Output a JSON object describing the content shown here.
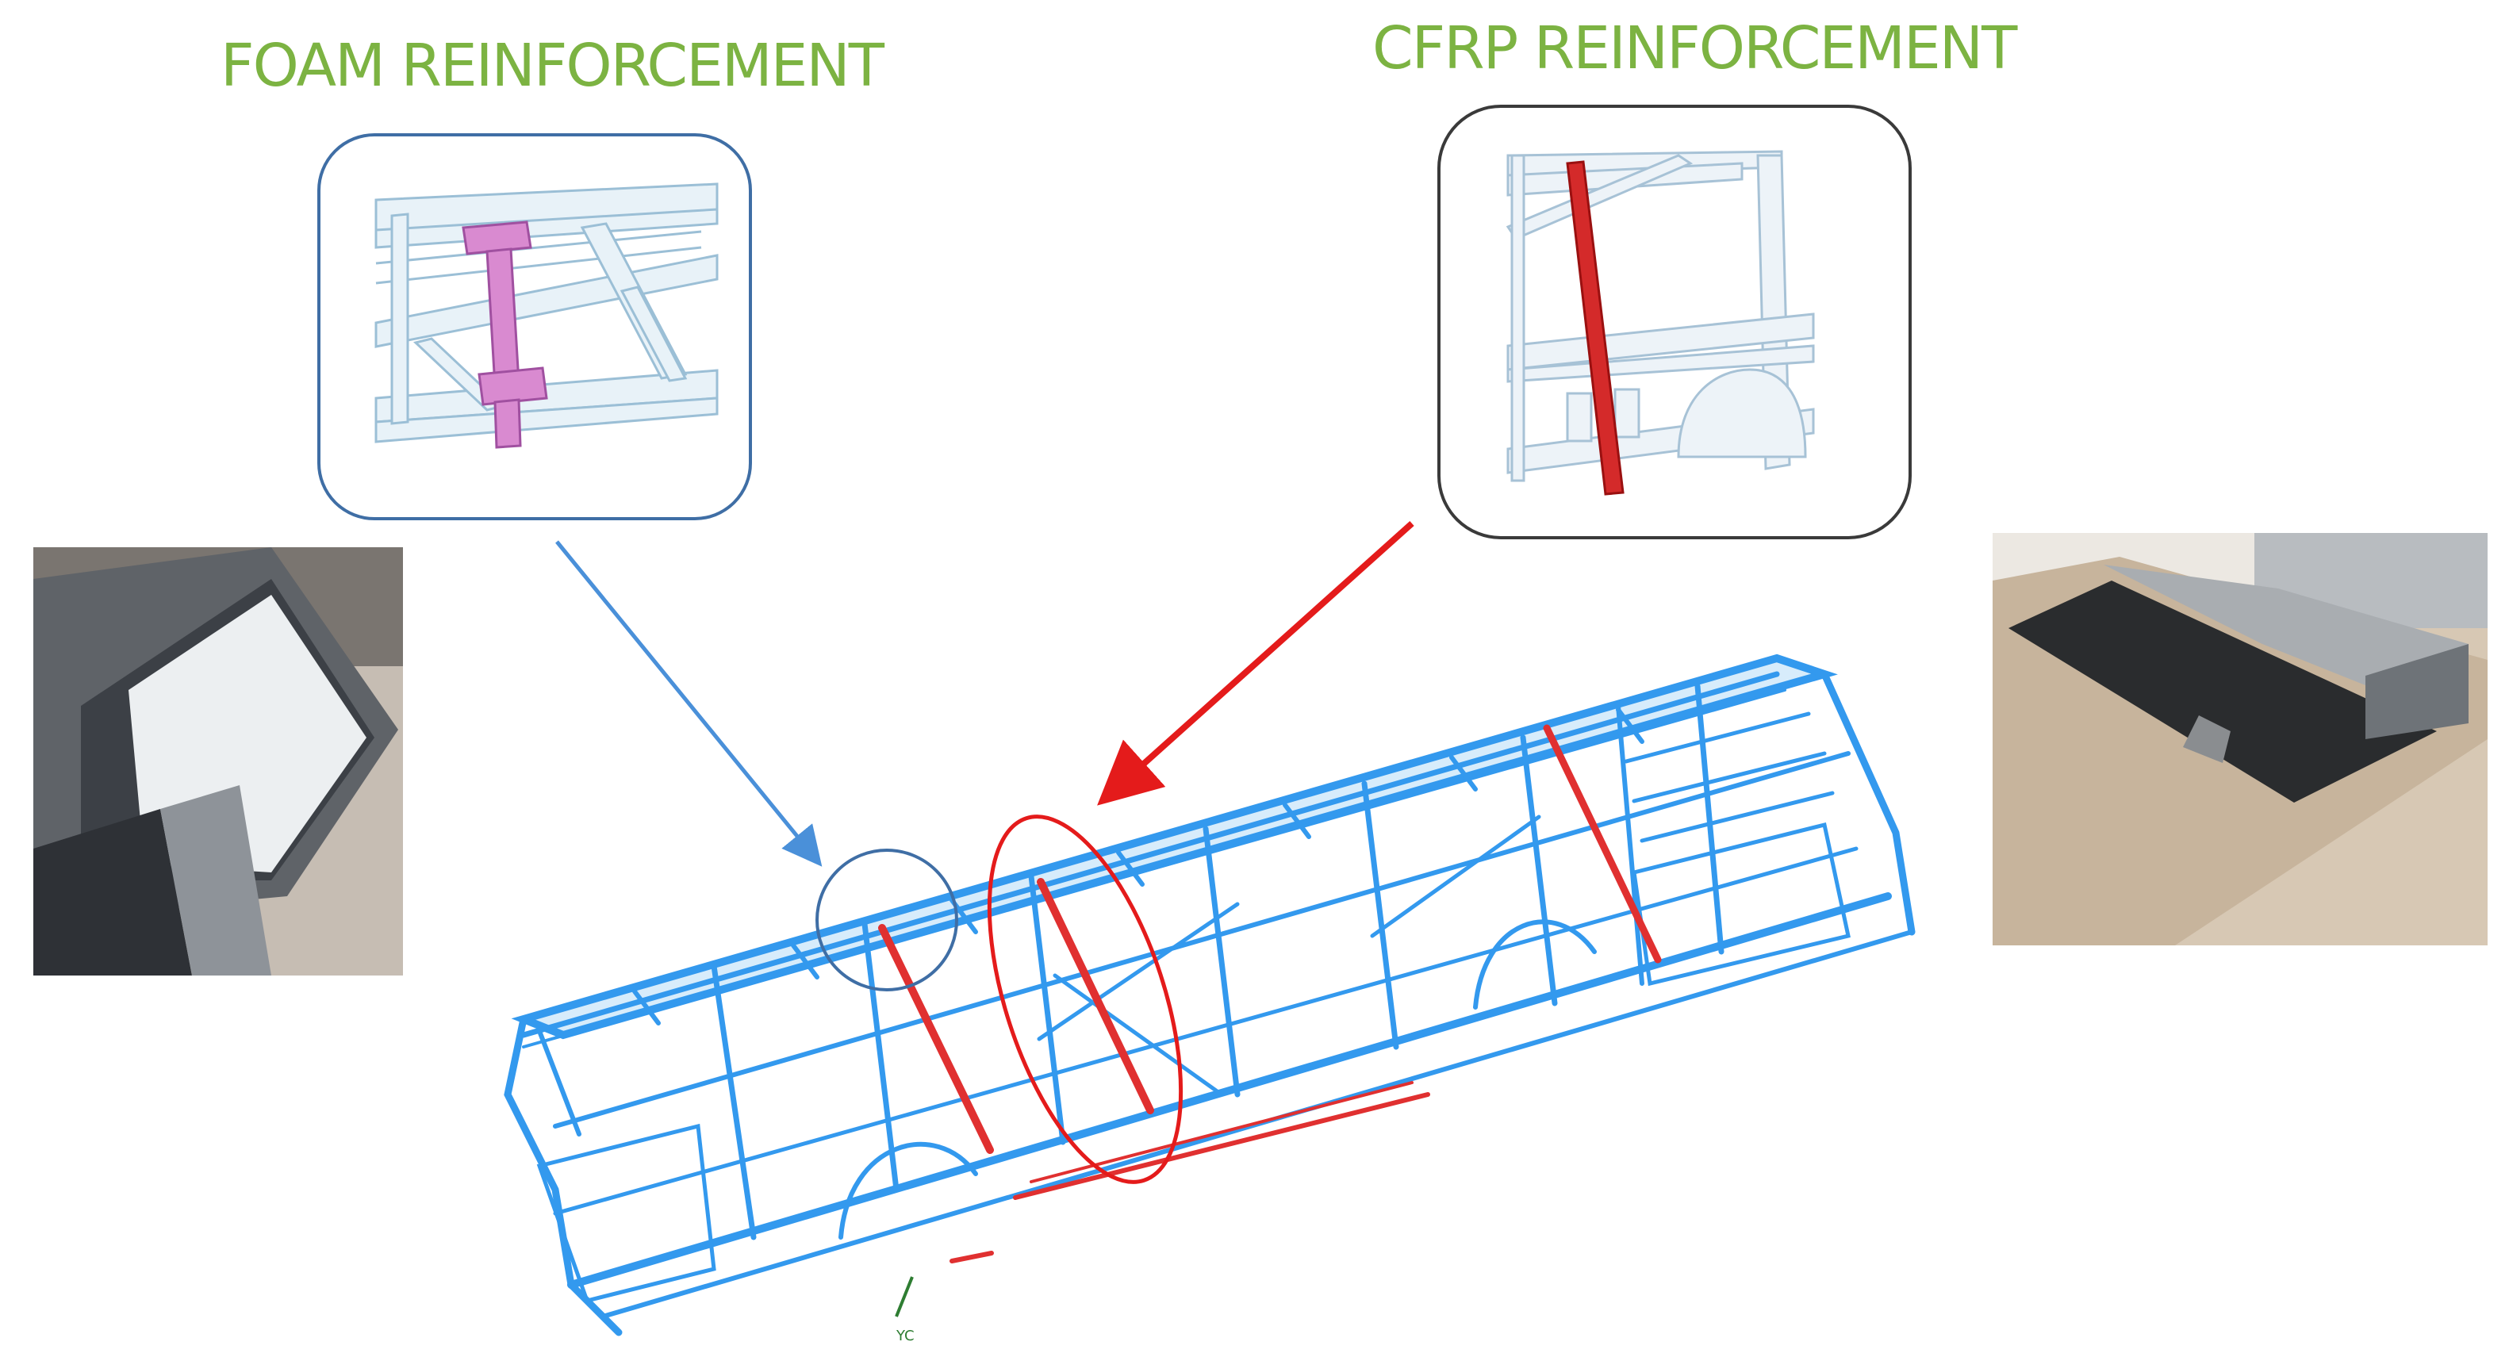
{
  "labels": {
    "foam": "FOAM REINFORCEMENT",
    "cfrp": "CFRP REINFORCEMENT",
    "axis_tag": "YC"
  },
  "colors": {
    "heading": "#7cb342",
    "frame_blue": "#3399ee",
    "reinforcement_red": "#e03030",
    "foam_pink": "#d070c0",
    "foam_arrow": "#4a90d9",
    "cfrp_arrow": "#e41b1b",
    "foam_ring": "#3f6ea5",
    "cfrp_ellipse": "#e41b1b"
  },
  "icons": {
    "foam_panel": "foam-reinforcement-detail",
    "cfrp_panel": "cfrp-reinforcement-detail",
    "left_photo": "foam-filled-tube-photo",
    "right_photo": "cfrp-strip-and-steel-tube-photo",
    "bus_frame": "bus-body-frame-wireframe"
  }
}
